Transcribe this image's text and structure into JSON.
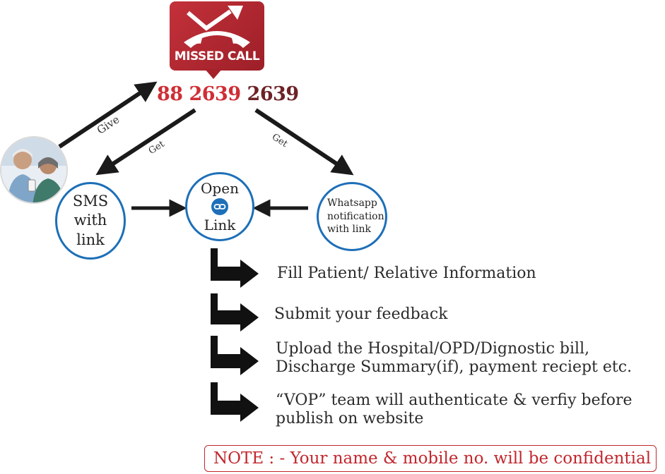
{
  "badge": {
    "label": "MISSED CALL",
    "color": "#b12630"
  },
  "phone": {
    "part1": "88 2639",
    "part2": "2639",
    "color_primary": "#cf2e36",
    "color_secondary": "#6d2226"
  },
  "edges": {
    "give": "Give",
    "get_sms": "Get",
    "get_whatsapp": "Get"
  },
  "nodes": {
    "sms": {
      "line1": "SMS",
      "line2": "with",
      "line3": "link"
    },
    "open_link": {
      "line1": "Open",
      "line2": "Link",
      "icon": "link-icon"
    },
    "whatsapp": {
      "line1": "Whatsapp",
      "line2": "notification",
      "line3": "with link"
    }
  },
  "steps": [
    {
      "text": "Fill Patient/ Relative Information"
    },
    {
      "text": "Submit your feedback"
    },
    {
      "text1": "Upload the Hospital/OPD/Dignostic bill,",
      "text2": "Discharge Summary(if), payment reciept etc."
    },
    {
      "text1": "“VOP” team will authenticate & verfiy before",
      "text2": "publish on website"
    }
  ],
  "note": "NOTE : - Your name & mobile no. will be confidential",
  "colors": {
    "accent_blue": "#1d6fb8",
    "note_red": "#c1272d",
    "arrow": "#1a1a1a"
  }
}
